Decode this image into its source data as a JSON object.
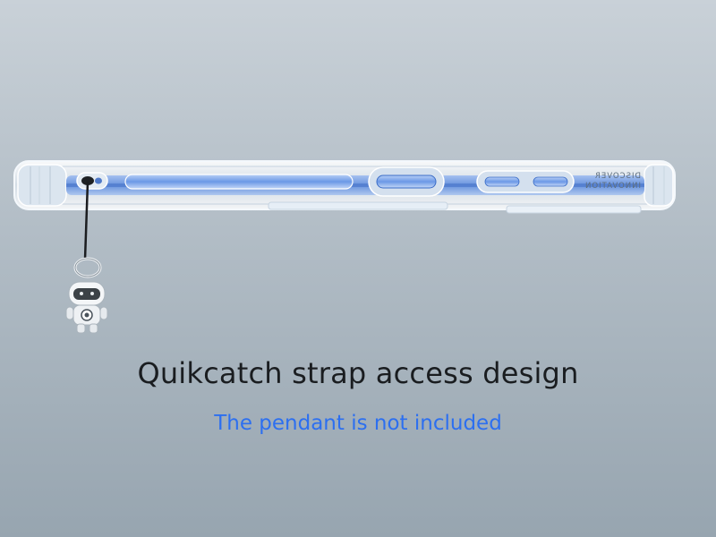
{
  "headline": "Quikcatch strap access design",
  "note": "The pendant is not included",
  "case_brand_text": [
    "DISCOVER",
    "INNOVATION"
  ],
  "colors": {
    "background_top": "#c9d1d8",
    "background_bottom": "#97a5b0",
    "phone_blue": "#4e7fd6",
    "button_blue": "#6a98e8",
    "case_clear": "#eef3f8",
    "headline": "#1a1d20",
    "note": "#2c6ff0"
  },
  "icons": [
    "strap-hole-icon",
    "robot-pendant-icon",
    "lanyard-icon"
  ]
}
